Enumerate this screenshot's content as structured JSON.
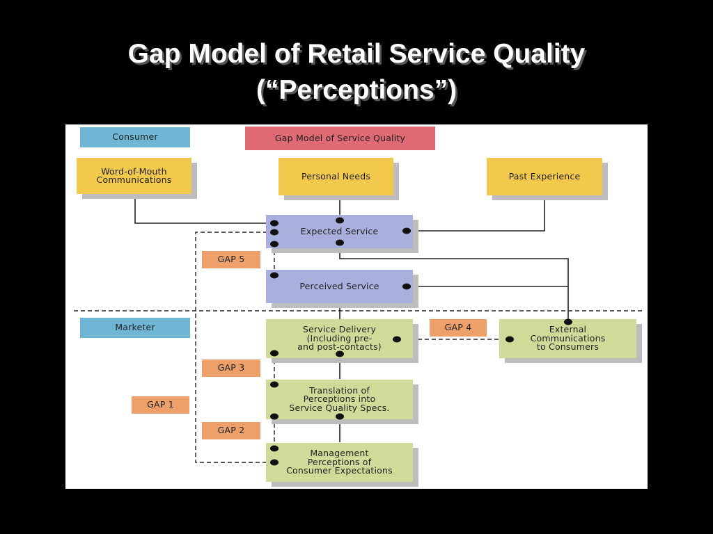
{
  "title": {
    "line1": "Gap Model of Retail Service Quality",
    "line2": "(“Perceptions”)"
  },
  "labels": {
    "consumer": "Consumer",
    "model": "Gap Model of Service Quality",
    "marketer": "Marketer"
  },
  "boxes": {
    "word_of_mouth": "Word-of-Mouth\nCommunications",
    "personal_needs": "Personal Needs",
    "past_experience": "Past Experience",
    "expected_service": "Expected Service",
    "perceived_service": "Perceived Service",
    "service_delivery": "Service Delivery\n(Including pre-\nand post-contacts)",
    "external_communications": "External\nCommunications\nto Consumers",
    "translation": "Translation of\nPerceptions into\nService Quality Specs.",
    "management": "Management\nPerceptions of\nConsumer Expectations"
  },
  "gaps": {
    "gap1": "GAP 1",
    "gap2": "GAP 2",
    "gap3": "GAP 3",
    "gap4": "GAP 4",
    "gap5": "GAP 5"
  },
  "colors": {
    "label_blue": "#6fb5d4",
    "label_red": "#e06a74",
    "consumer_inputs": "#f2c94c",
    "consumer_service": "#aab0de",
    "marketer_boxes": "#cfdc99",
    "gap_labels": "#eda06a"
  }
}
